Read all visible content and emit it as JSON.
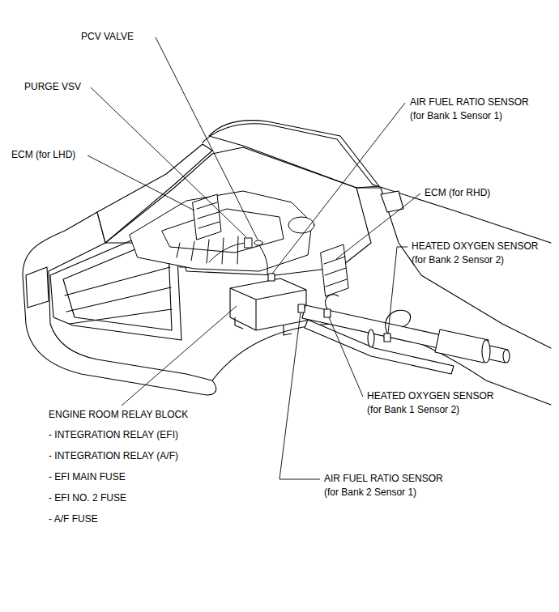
{
  "diagram": {
    "labels": [
      "PCV VALVE",
      "PURGE VSV",
      "AIR FUEL RATIO SENSOR (for Bank 1 Sensor 1)",
      "ECM (for LHD)",
      "ECM (for RHD)",
      "HEATED OXYGEN SENSOR (for Bank 2 Sensor 2)",
      "HEATED OXYGEN SENSOR (for Bank 1 Sensor 2)",
      "ENGINE ROOM RELAY BLOCK",
      "- INTEGRATION RELAY (EFI)",
      "- INTEGRATION RELAY (A/F)",
      "- EFI MAIN FUSE",
      "- EFI NO. 2 FUSE",
      "- A/F FUSE",
      "AIR FUEL RATIO SENSOR (for Bank 2 Sensor 1)"
    ]
  }
}
